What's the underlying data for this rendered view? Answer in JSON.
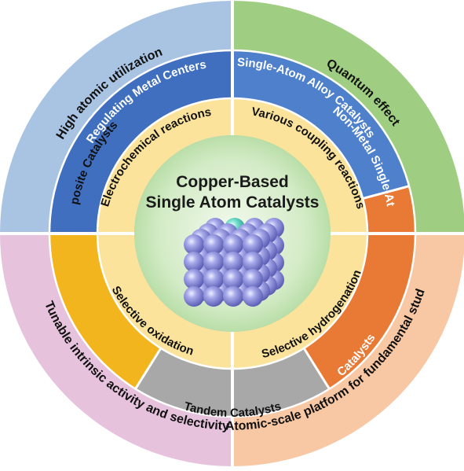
{
  "title": {
    "line1": "Copper-Based",
    "line2": "Single Atom Catalysts"
  },
  "outer": [
    {
      "label": "High atomic utilization",
      "color": "#a9c3e3"
    },
    {
      "label": "Quantum effect",
      "color": "#9fce83"
    },
    {
      "label": "Atomic-scale platform for fundamental study",
      "color": "#f8c7a4"
    },
    {
      "label": "Tunable intrinsic activity and selectivity",
      "color": "#e6c2dc"
    }
  ],
  "middle": [
    {
      "label": "Regulating Metal Centers",
      "color": "#3f6fbe"
    },
    {
      "label": "Single-Atom Alloy Catalysts",
      "color": "#4f80cb"
    },
    {
      "label": "Non-Metal Single-Atom",
      "label2": "Catalysts",
      "color": "#e97a35"
    },
    {
      "label": "Tandem Catalysts",
      "color": "#a8a8a8"
    },
    {
      "label": "Composite Catalysts",
      "color": "#f2b51d"
    }
  ],
  "inner": [
    {
      "label": "Electrochemical reactions"
    },
    {
      "label": "Various coupling reactions"
    },
    {
      "label": "Selective hydrogenation"
    },
    {
      "label": "Selective oxidation"
    }
  ],
  "colors": {
    "inner_ring": "#fbe39c",
    "center": "#d3ebc6",
    "atom": "#8f91d8",
    "atom_highlight": "#5fd1c0",
    "divider": "#ffffff"
  }
}
